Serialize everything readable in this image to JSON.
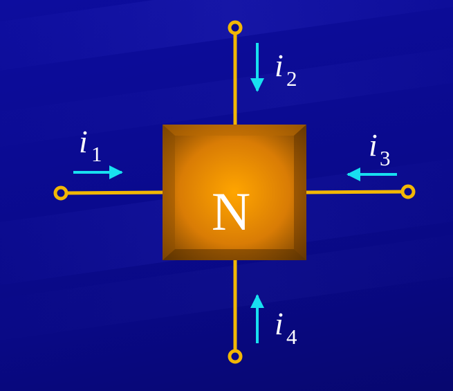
{
  "diagram": {
    "node_label": "N",
    "currents": [
      {
        "id": "i1",
        "symbol": "i",
        "subscript": "1",
        "direction": "into-node",
        "terminal": "left"
      },
      {
        "id": "i2",
        "symbol": "i",
        "subscript": "2",
        "direction": "into-node",
        "terminal": "top"
      },
      {
        "id": "i3",
        "symbol": "i",
        "subscript": "3",
        "direction": "into-node",
        "terminal": "right"
      },
      {
        "id": "i4",
        "symbol": "i",
        "subscript": "4",
        "direction": "into-node",
        "terminal": "bottom"
      }
    ],
    "colors": {
      "background": "#0a0a8c",
      "wire": "#f2b705",
      "arrow": "#18e0f0",
      "node_center": "#ffa500",
      "node_edge": "#6e3d02",
      "text": "#ffffff"
    }
  }
}
